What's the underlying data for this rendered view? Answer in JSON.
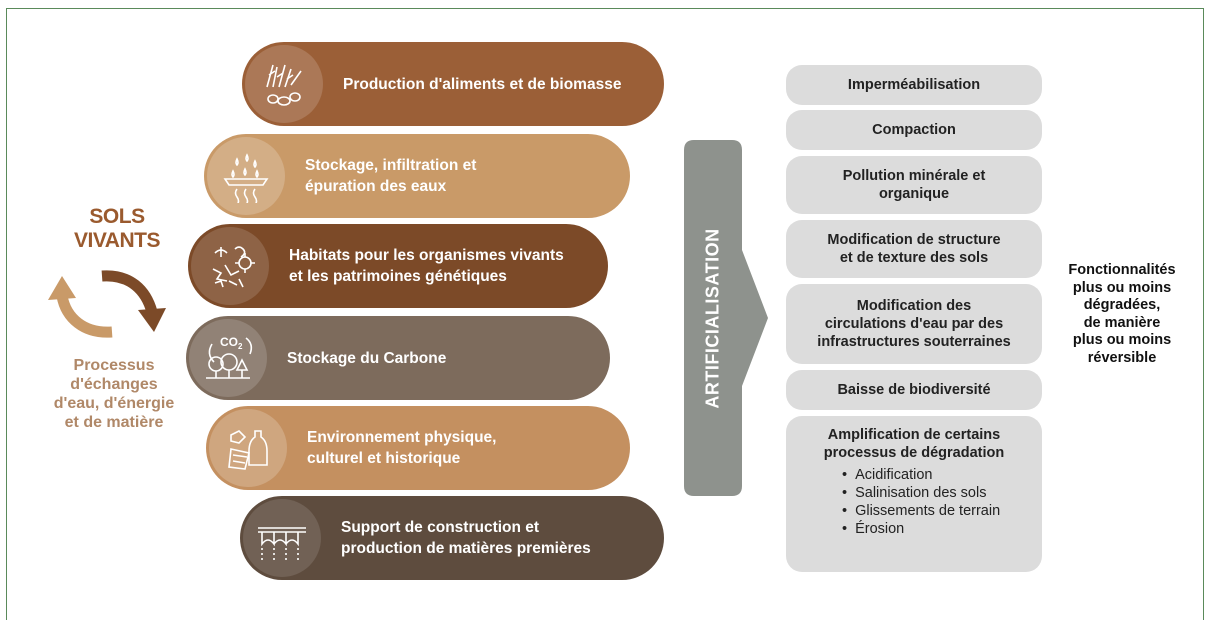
{
  "left": {
    "title_line1": "SOLS",
    "title_line2": "VIVANTS",
    "subtitle": [
      "Processus",
      "d'échanges",
      "d'eau, d'énergie",
      "et de matière"
    ]
  },
  "functions": [
    {
      "line1": "Production d'aliments et de biomasse",
      "line2": "",
      "color": "#9b5f37",
      "icon": "crops-icon"
    },
    {
      "line1": "Stockage, infiltration et",
      "line2": "épuration des eaux",
      "color": "#c99a68",
      "icon": "water-drops-icon"
    },
    {
      "line1": "Habitats pour les organismes vivants",
      "line2": "et les patrimoines génétiques",
      "color": "#7c4a28",
      "icon": "organisms-icon"
    },
    {
      "line1": "Stockage du Carbone",
      "line2": "",
      "color": "#7d6b5c",
      "icon": "co2-trees-icon"
    },
    {
      "line1": "Environnement physique,",
      "line2": "culturel et historique",
      "color": "#c49060",
      "icon": "heritage-icon"
    },
    {
      "line1": "Support de construction et",
      "line2": "production de matières premières",
      "color": "#5e4c3e",
      "icon": "construction-icon"
    }
  ],
  "arrow": {
    "label": "ARTIFICIALISATION",
    "color": "#8e928d"
  },
  "impacts": [
    {
      "lines": [
        "Imperméabilisation"
      ]
    },
    {
      "lines": [
        "Compaction"
      ]
    },
    {
      "lines": [
        "Pollution minérale et",
        "organique"
      ]
    },
    {
      "lines": [
        "Modification de structure",
        "et de texture des sols"
      ]
    },
    {
      "lines": [
        "Modification des",
        "circulations d'eau par des",
        "infrastructures souterraines"
      ]
    },
    {
      "lines": [
        "Baisse de biodiversité"
      ]
    },
    {
      "lines": [
        "Amplification de certains",
        "processus de dégradation"
      ],
      "bullets": [
        "Acidification",
        "Salinisation des sols",
        "Glissements de terrain",
        "Érosion"
      ]
    }
  ],
  "note": [
    "Fonctionnalités",
    "plus ou moins",
    "dégradées,",
    "de manière",
    "plus ou moins",
    "réversible"
  ],
  "colors": {
    "accent_dark": "#7c4a28",
    "accent_light": "#c99a68",
    "box_bg": "#dcdcdc"
  }
}
